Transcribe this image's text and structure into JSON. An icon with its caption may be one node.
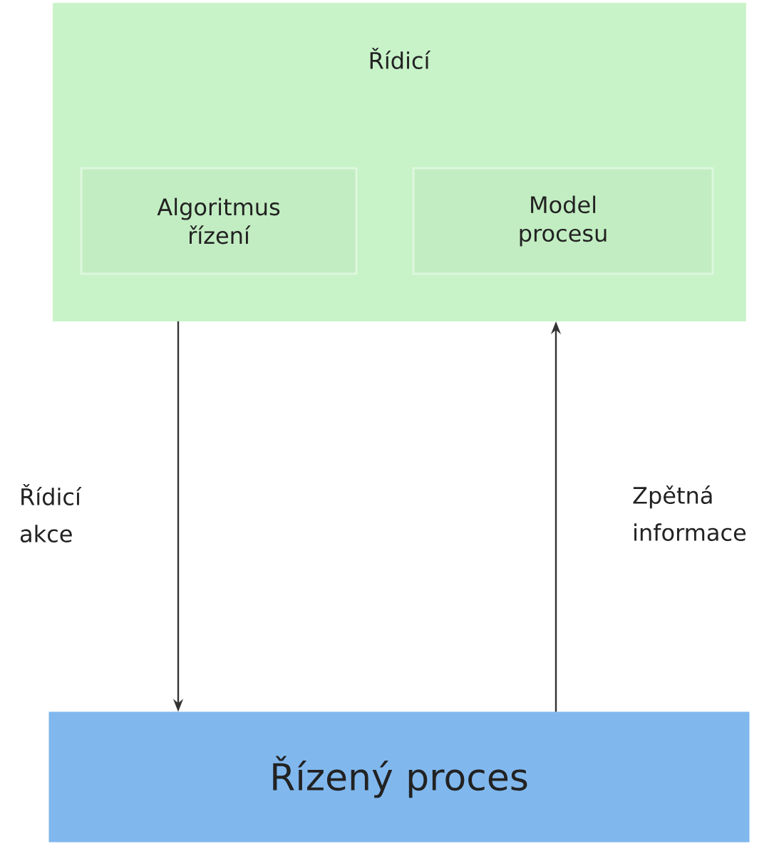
{
  "diagram": {
    "nodes": [
      {
        "text": [
          "Řídicí"
        ]
      },
      {
        "text": [
          "Algoritmus řízení"
        ],
        "in": 0
      },
      {
        "text": [
          "Model procesu"
        ],
        "in": 0
      },
      {
        "text": [
          "Řízený proces"
        ]
      }
    ],
    "edges": [
      {
        "from": 0,
        "to": 3,
        "arrow": "to",
        "label": "Řídicí akce"
      },
      {
        "from": 3,
        "to": 0,
        "arrow": "to",
        "label": "Zpětná informace"
      }
    ]
  }
}
